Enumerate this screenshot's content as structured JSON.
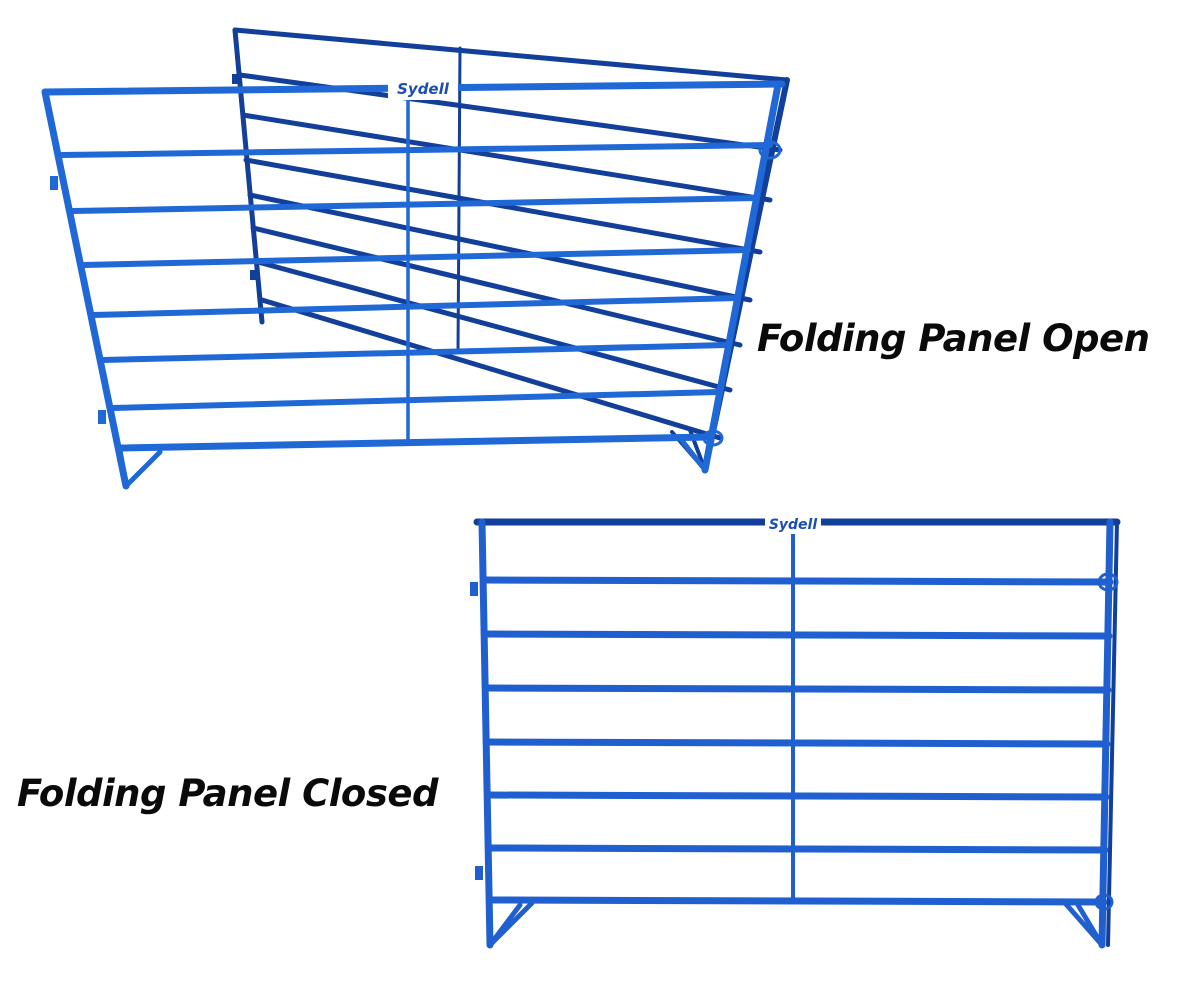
{
  "captions": {
    "open": "Folding Panel Open",
    "closed": "Folding Panel Closed"
  },
  "brand": {
    "logo_text": "Sydell"
  },
  "colors": {
    "panel_blue": "#1f5fd0",
    "panel_blue_dark": "#123f9a",
    "panel_blue_light": "#3a82e6",
    "caption_text": "#0a0a0a",
    "background": "#ffffff"
  },
  "images": [
    {
      "label": "folding-panel-open-photo"
    },
    {
      "label": "folding-panel-closed-photo"
    }
  ]
}
